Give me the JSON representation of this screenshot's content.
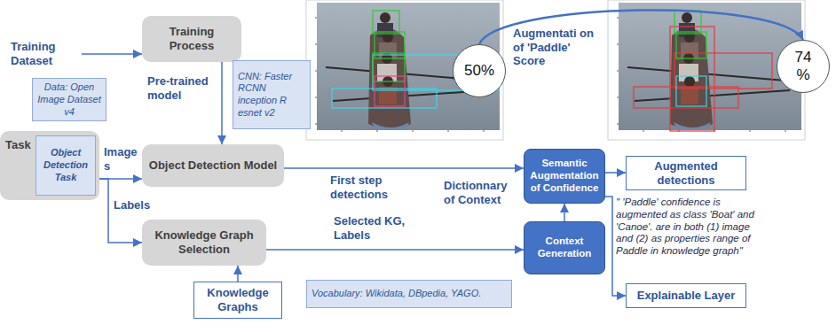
{
  "diagram": {
    "nodes": [
      {
        "text": [
          "Training Dataset"
        ]
      },
      {
        "text": [
          "Data: Open Image Dataset v4"
        ]
      },
      {
        "text": [
          "Training Process"
        ]
      },
      {
        "text": [
          "CNN: Faster RCNN inception R esnet v2"
        ]
      },
      {
        "text": [
          "50%"
        ]
      },
      {
        "text": [
          "74 %"
        ]
      },
      {
        "text": [
          "Task"
        ]
      },
      {
        "text": [
          "Object Detection Task"
        ],
        "in": 6
      },
      {
        "text": [
          "Object Detection Model"
        ]
      },
      {
        "text": [
          "Semantic Augmentation of Confidence"
        ]
      },
      {
        "text": [
          "Augmented detections"
        ]
      },
      {
        "text": [
          "Context Generation"
        ]
      },
      {
        "text": [
          "Knowledge Graph Selection"
        ]
      },
      {
        "text": [
          "Knowledge Graphs"
        ]
      },
      {
        "text": [
          "Vocabulary: Wikidata, DBpedia, YAGO."
        ]
      },
      {
        "text": [
          "Explainable Layer"
        ]
      }
    ],
    "edges": [
      {
        "from": 0,
        "to": 2,
        "arrow": "to"
      },
      {
        "from": 2,
        "to": 8,
        "label": "Pre-trained model",
        "arrow": "to"
      },
      {
        "from": 6,
        "to": 8,
        "label": "Image s",
        "arrow": "to"
      },
      {
        "from": 6,
        "to": 12,
        "label": "Labels",
        "arrow": "to"
      },
      {
        "from": 13,
        "to": 12,
        "arrow": "to"
      },
      {
        "from": 8,
        "to": 9,
        "label": "First step detections",
        "arrow": "to"
      },
      {
        "from": 12,
        "to": 11,
        "label": "Selected KG, Labels",
        "arrow": "to"
      },
      {
        "from": 11,
        "to": 9,
        "label": "Dictionnary of Context",
        "arrow": "to"
      },
      {
        "from": 9,
        "to": 10,
        "arrow": "to"
      },
      {
        "from": 9,
        "to": 15,
        "arrow": "to"
      },
      {
        "from": 4,
        "to": 5,
        "label": "Augmentati on of 'Paddle' Score",
        "arrow": "to"
      }
    ],
    "labels": [
      "\" 'Paddle' confidence is augmented as class 'Boat' and 'Canoe'. are in both (1) image and (2) as properties range of Paddle in knowledge graph\""
    ]
  }
}
